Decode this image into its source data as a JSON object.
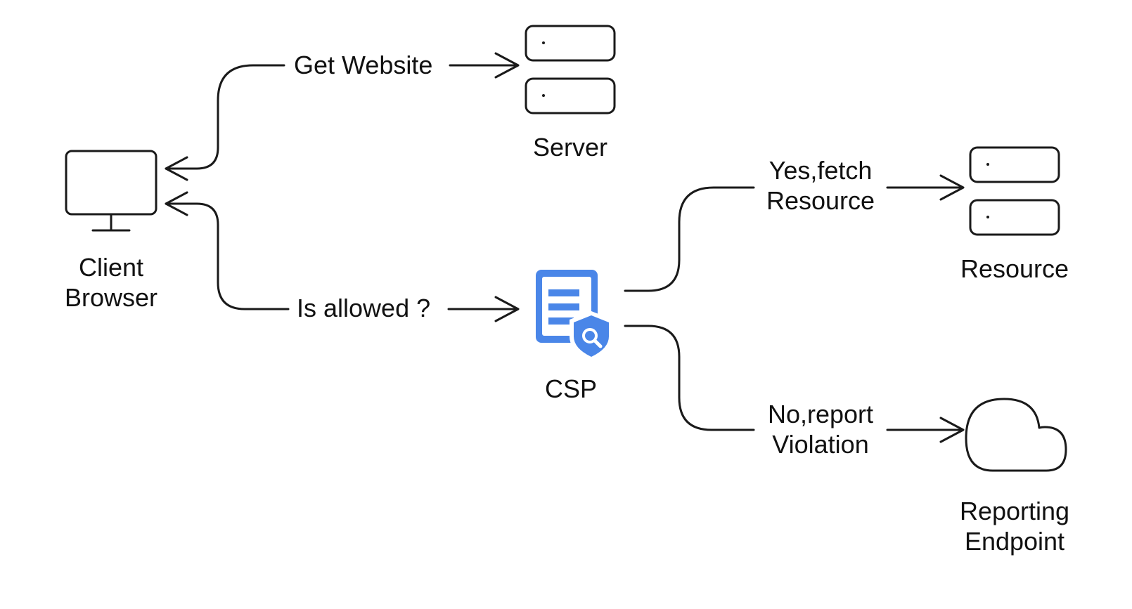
{
  "nodes": {
    "client": {
      "label_line1": "Client",
      "label_line2": "Browser"
    },
    "server": {
      "label": "Server"
    },
    "csp": {
      "label": "CSP"
    },
    "resource": {
      "label": "Resource"
    },
    "reporting": {
      "label_line1": "Reporting",
      "label_line2": "Endpoint"
    }
  },
  "edges": {
    "get_website": "Get Website",
    "is_allowed": "Is allowed ?",
    "yes_line1": "Yes,fetch",
    "yes_line2": "Resource",
    "no_line1": "No,report",
    "no_line2": "Violation"
  },
  "colors": {
    "ink": "#1a1a1a",
    "csp_blue": "#4a86e8"
  }
}
